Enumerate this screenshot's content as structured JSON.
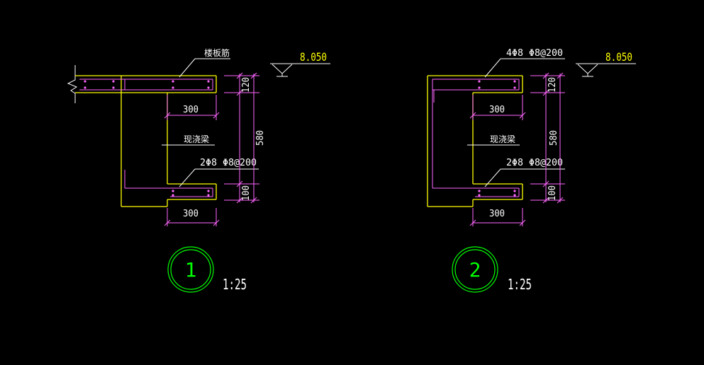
{
  "colors": {
    "background": "#000000",
    "concrete": "#ffff00",
    "rebar": "#ff66ff",
    "dimension": "#ff66ff",
    "leader": "#ffffff",
    "text": "#ffffff",
    "elevation": "#ffff00",
    "callout": "#00ff00"
  },
  "detail1": {
    "top_label": "楼板筋",
    "elevation": "8.050",
    "mid_label": "现浇梁",
    "bottom_label": "2Φ8  Φ8@200",
    "dim_top_width": "300",
    "dim_bottom_width": "300",
    "dim_top_height": "120",
    "dim_total_height": "580",
    "dim_bottom_height": "100",
    "callout_number": "1",
    "scale": "1:25"
  },
  "detail2": {
    "top_label": "4Φ8  Φ8@200",
    "elevation": "8.050",
    "mid_label": "现浇梁",
    "bottom_label": "2Φ8  Φ8@200",
    "dim_top_width": "300",
    "dim_bottom_width": "300",
    "dim_top_height": "120",
    "dim_total_height": "580",
    "dim_bottom_height": "100",
    "callout_number": "2",
    "scale": "1:25"
  }
}
